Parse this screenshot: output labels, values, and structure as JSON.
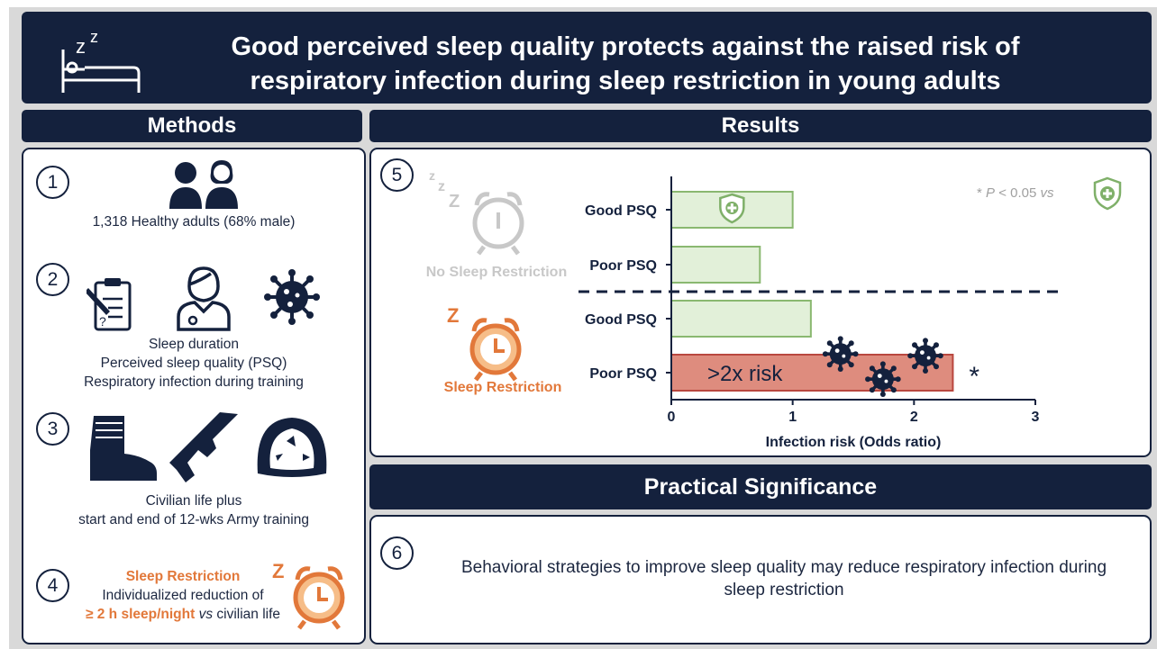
{
  "title": {
    "line1": "Good perceived sleep quality protects against the raised risk of",
    "line2": "respiratory infection during sleep restriction in young adults"
  },
  "headers": {
    "methods": "Methods",
    "results": "Results",
    "practical": "Practical Significance"
  },
  "methods": {
    "step1": {
      "number": "1",
      "text": "1,318 Healthy adults (68% male)"
    },
    "step2": {
      "number": "2",
      "lines": [
        "Sleep duration",
        "Perceived sleep quality (PSQ)",
        "Respiratory infection during training"
      ]
    },
    "step3": {
      "number": "3",
      "lines": [
        "Civilian life plus",
        "start and end of 12-wks Army training"
      ]
    },
    "step4": {
      "number": "4",
      "title": "Sleep Restriction",
      "line1": "Individualized reduction of",
      "line2_highlight": "≥ 2 h sleep/night",
      "line2_vs": "vs",
      "line2_rest": "civilian life"
    }
  },
  "results": {
    "number": "5",
    "no_restriction_label": "No Sleep Restriction",
    "restriction_label": "Sleep Restriction",
    "sig_note_prefix": "* ",
    "sig_note_p": "P",
    "sig_note_mid": " < 0.05 ",
    "sig_note_vs": "vs",
    "asterisk": "*",
    "risk_label": ">2x risk"
  },
  "chart_data": {
    "type": "bar",
    "orientation": "horizontal",
    "groups": [
      "No Sleep Restriction",
      "Sleep Restriction"
    ],
    "categories": [
      "Good PSQ",
      "Poor PSQ",
      "Good PSQ",
      "Poor PSQ"
    ],
    "values": [
      1.0,
      0.73,
      1.15,
      2.32
    ],
    "significant": [
      false,
      false,
      false,
      true
    ],
    "xlabel": "Infection risk (Odds ratio)",
    "xlim": [
      0,
      3
    ],
    "xticks": [
      "0",
      "1",
      "2",
      "3"
    ],
    "colors": {
      "normal_fill": "#e2f0d9",
      "normal_stroke": "#8ab870",
      "sig_fill": "#de8c7e",
      "sig_stroke": "#b9473f"
    }
  },
  "practical": {
    "number": "6",
    "text": "Behavioral strategies to improve sleep quality may reduce respiratory infection during sleep restriction"
  },
  "colors": {
    "navy": "#14213d",
    "orange": "#e2783a",
    "green": "#7fb069",
    "grey": "#c8c8c8"
  }
}
